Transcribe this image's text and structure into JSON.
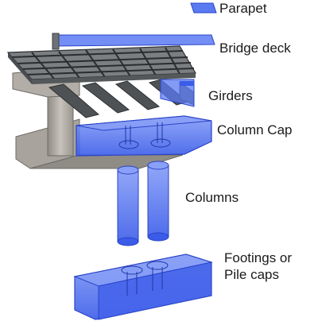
{
  "labels": {
    "parapet": "Parapet",
    "bridge_deck": "Bridge deck",
    "girders": "Girders",
    "column_cap": "Column Cap",
    "columns": "Columns",
    "footings_line1": "Footings or",
    "footings_line2": "Pile caps"
  },
  "colors": {
    "highlight_fill": "#4d6ff2",
    "highlight_stroke": "#2a44c8",
    "concrete": "#b9b5ae",
    "steel": "#5c5f62",
    "steel_dark": "#3c3f42"
  }
}
